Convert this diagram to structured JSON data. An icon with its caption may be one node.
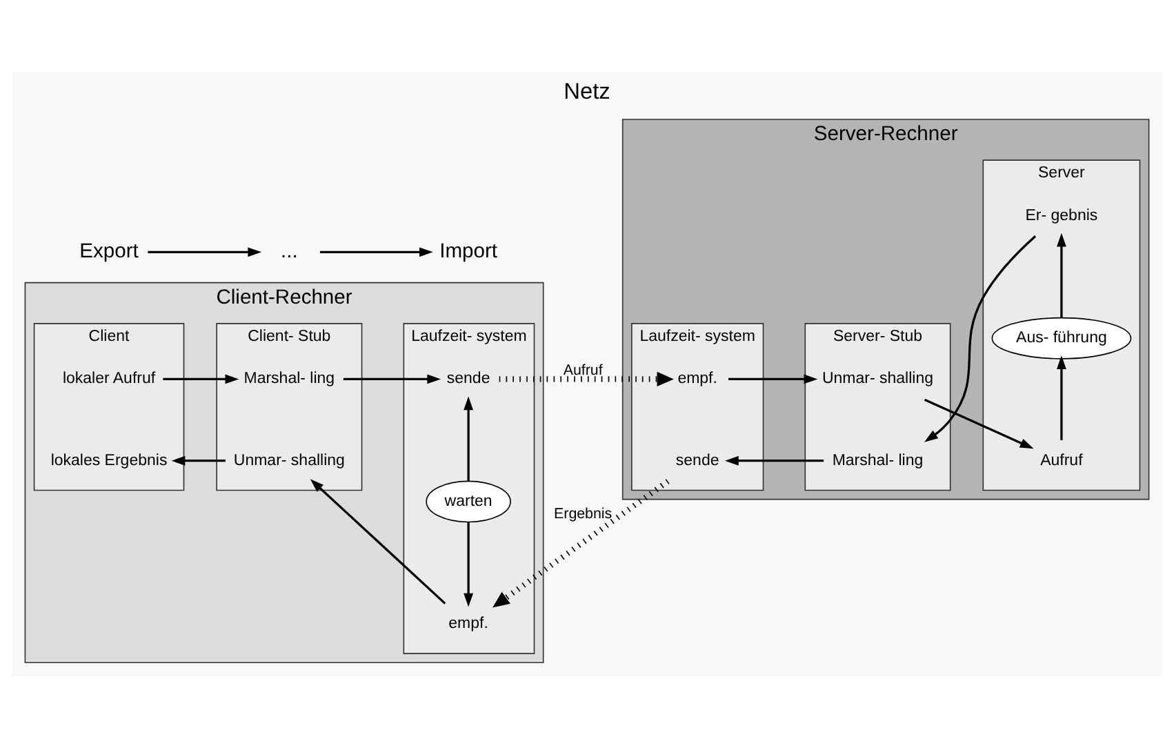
{
  "diagram": {
    "title": "Netz",
    "nodes": [
      {
        "text": [
          "Client-Rechner"
        ]
      },
      {
        "text": [
          "Client"
        ],
        "in": 0
      },
      {
        "text": [
          "lokaler Aufruf"
        ],
        "in": 1
      },
      {
        "text": [
          "lokales Ergebnis"
        ],
        "in": 1
      },
      {
        "text": [
          "Client- Stub"
        ],
        "in": 0
      },
      {
        "text": [
          "Marshal- ling"
        ],
        "in": 4
      },
      {
        "text": [
          "Unmar- shalling"
        ],
        "in": 4
      },
      {
        "text": [
          "Laufzeit- system"
        ],
        "in": 0
      },
      {
        "text": [
          "sende"
        ],
        "in": 7
      },
      {
        "text": [
          "warten"
        ],
        "in": 7
      },
      {
        "text": [
          "empf."
        ],
        "in": 7
      },
      {
        "text": [
          "Server-Rechner"
        ]
      },
      {
        "text": [
          "Laufzeit- system"
        ],
        "in": 11
      },
      {
        "text": [
          "empf."
        ],
        "in": 12
      },
      {
        "text": [
          "sende"
        ],
        "in": 12
      },
      {
        "text": [
          "Server- Stub"
        ],
        "in": 11
      },
      {
        "text": [
          "Unmar- shalling"
        ],
        "in": 15
      },
      {
        "text": [
          "Marshal- ling"
        ],
        "in": 15
      },
      {
        "text": [
          "Server"
        ],
        "in": 11
      },
      {
        "text": [
          "Aufruf"
        ],
        "in": 18
      },
      {
        "text": [
          "Aus- führung"
        ],
        "in": 18
      },
      {
        "text": [
          "Er- gebnis"
        ],
        "in": 18
      },
      {
        "text": [
          "Import"
        ]
      },
      {
        "text": [
          "..."
        ]
      },
      {
        "text": [
          "Export"
        ]
      }
    ],
    "edges": [
      {
        "from": 2,
        "to": 5,
        "arrow": "to"
      },
      {
        "from": 5,
        "to": 8,
        "arrow": "to"
      },
      {
        "from": 9,
        "to": 8,
        "arrow": "to"
      },
      {
        "from": 8,
        "to": 13,
        "arrow": "to",
        "label": "Aufruf",
        "style": "dashed"
      },
      {
        "from": 13,
        "to": 16,
        "arrow": "to"
      },
      {
        "from": 16,
        "to": 19,
        "arrow": "to"
      },
      {
        "from": 19,
        "to": 20,
        "arrow": "to"
      },
      {
        "from": 20,
        "to": 21,
        "arrow": "to"
      },
      {
        "from": 21,
        "to": 17,
        "arrow": "to"
      },
      {
        "from": 17,
        "to": 14,
        "arrow": "to"
      },
      {
        "from": 14,
        "to": 10,
        "arrow": "to",
        "label": "Ergebnis",
        "style": "dashed"
      },
      {
        "from": 9,
        "to": 10,
        "arrow": "to"
      },
      {
        "from": 10,
        "to": 6,
        "arrow": "to"
      },
      {
        "from": 6,
        "to": 3,
        "arrow": "to"
      },
      {
        "from": 24,
        "to": 23,
        "arrow": "to"
      },
      {
        "from": 23,
        "to": 22,
        "arrow": "to"
      }
    ]
  }
}
